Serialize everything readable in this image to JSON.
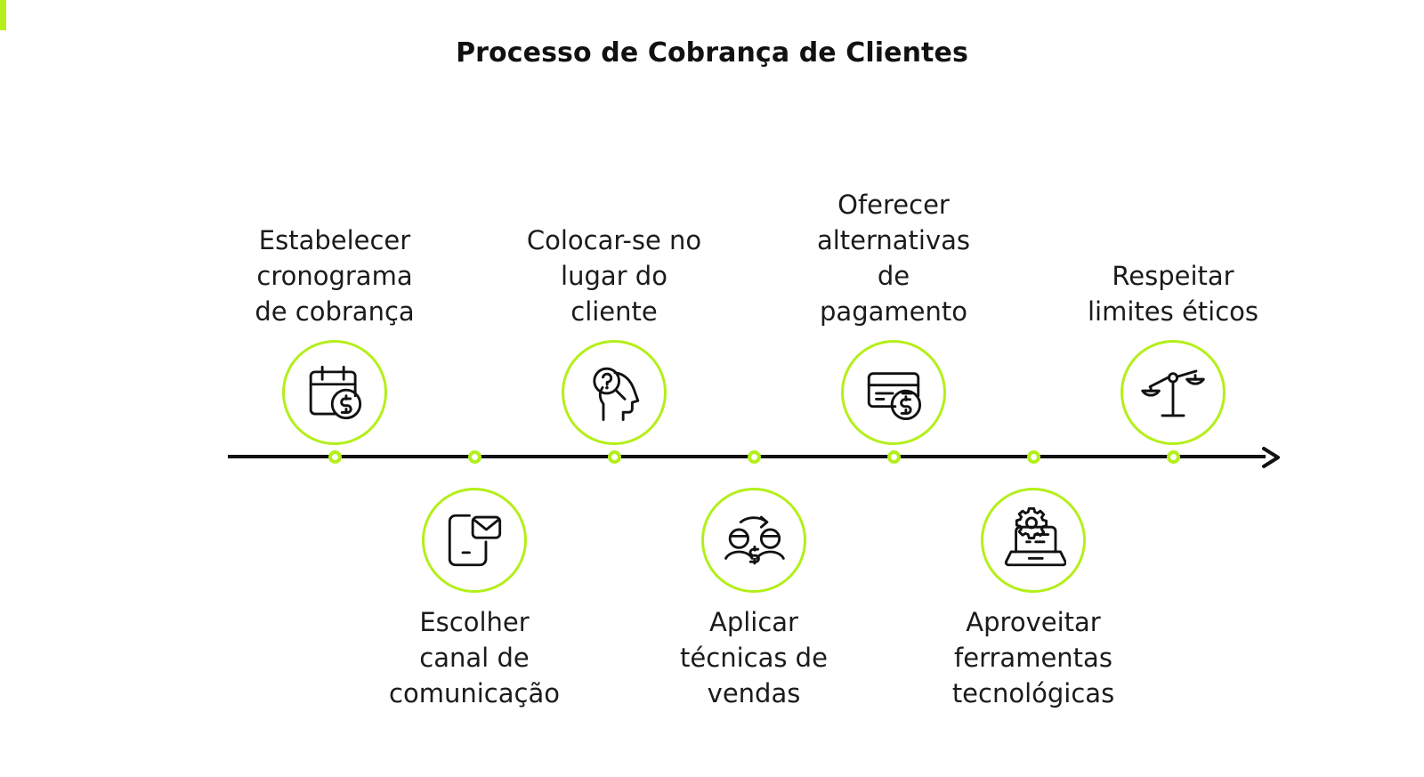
{
  "title": "Processo de Cobrança de Clientes",
  "accent_color": "#b4ef19",
  "line_color": "#111111",
  "timeline": {
    "dot_count": 7,
    "arrow_direction": "right"
  },
  "steps": [
    {
      "position": "top",
      "index": 1,
      "label": "Estabelecer cronograma de cobrança",
      "lines": [
        "Estabelecer",
        "cronograma",
        "de cobrança"
      ],
      "icon": "calendar-dollar-icon"
    },
    {
      "position": "bottom",
      "index": 2,
      "label": "Escolher canal de comunicação",
      "lines": [
        "Escolher",
        "canal de",
        "comunicação"
      ],
      "icon": "phone-envelope-icon"
    },
    {
      "position": "top",
      "index": 3,
      "label": "Colocar-se no lugar do cliente",
      "lines": [
        "Colocar-se no",
        "lugar do",
        "cliente"
      ],
      "icon": "head-question-icon"
    },
    {
      "position": "bottom",
      "index": 4,
      "label": "Aplicar técnicas de vendas",
      "lines": [
        "Aplicar",
        "técnicas de",
        "vendas"
      ],
      "icon": "people-exchange-dollar-icon"
    },
    {
      "position": "top",
      "index": 5,
      "label": "Oferecer alternativas de pagamento",
      "lines": [
        "Oferecer",
        "alternativas",
        "de",
        "pagamento"
      ],
      "icon": "credit-card-dollar-icon"
    },
    {
      "position": "bottom",
      "index": 6,
      "label": "Aproveitar ferramentas tecnológicas",
      "lines": [
        "Aproveitar",
        "ferramentas",
        "tecnológicas"
      ],
      "icon": "laptop-gear-icon"
    },
    {
      "position": "top",
      "index": 7,
      "label": "Respeitar limites éticos",
      "lines": [
        "Respeitar",
        "limites éticos"
      ],
      "icon": "scales-balance-icon"
    }
  ]
}
